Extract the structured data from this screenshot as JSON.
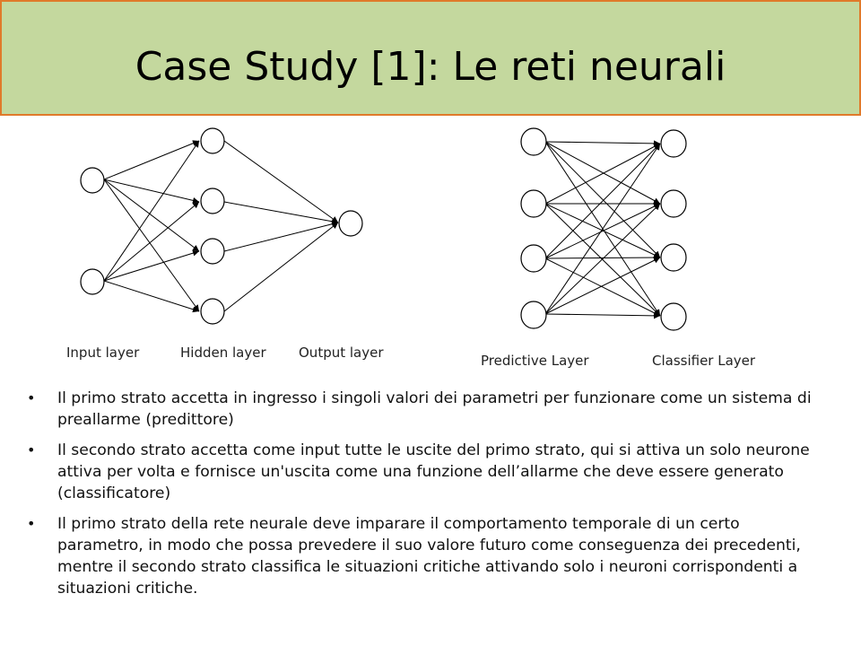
{
  "slide": {
    "title": "Case Study [1]: Le reti neurali"
  },
  "diagram_left": {
    "labels": {
      "input": "Input layer",
      "hidden": "Hidden layer",
      "output": "Output layer"
    }
  },
  "diagram_right": {
    "labels": {
      "predictive": "Predictive Layer",
      "classifier": "Classifier Layer"
    }
  },
  "bullets": [
    "Il primo strato accetta in ingresso i singoli valori dei parametri per funzionare come un sistema di preallarme (predittore)",
    "Il secondo strato accetta come input tutte le uscite del primo strato, qui si attiva un solo neurone attiva per volta e fornisce un'uscita come una funzione dell’allarme che deve essere generato (classificatore)",
    "Il primo strato della rete neurale deve imparare il comportamento temporale di un certo parametro, in modo che possa prevedere il suo valore futuro come conseguenza dei precedenti, mentre il secondo strato classifica le situazioni critiche attivando solo i neuroni corrispondenti a situazioni critiche."
  ],
  "colors": {
    "title_bg": "#c4d89e",
    "title_border": "#e07a2a"
  }
}
